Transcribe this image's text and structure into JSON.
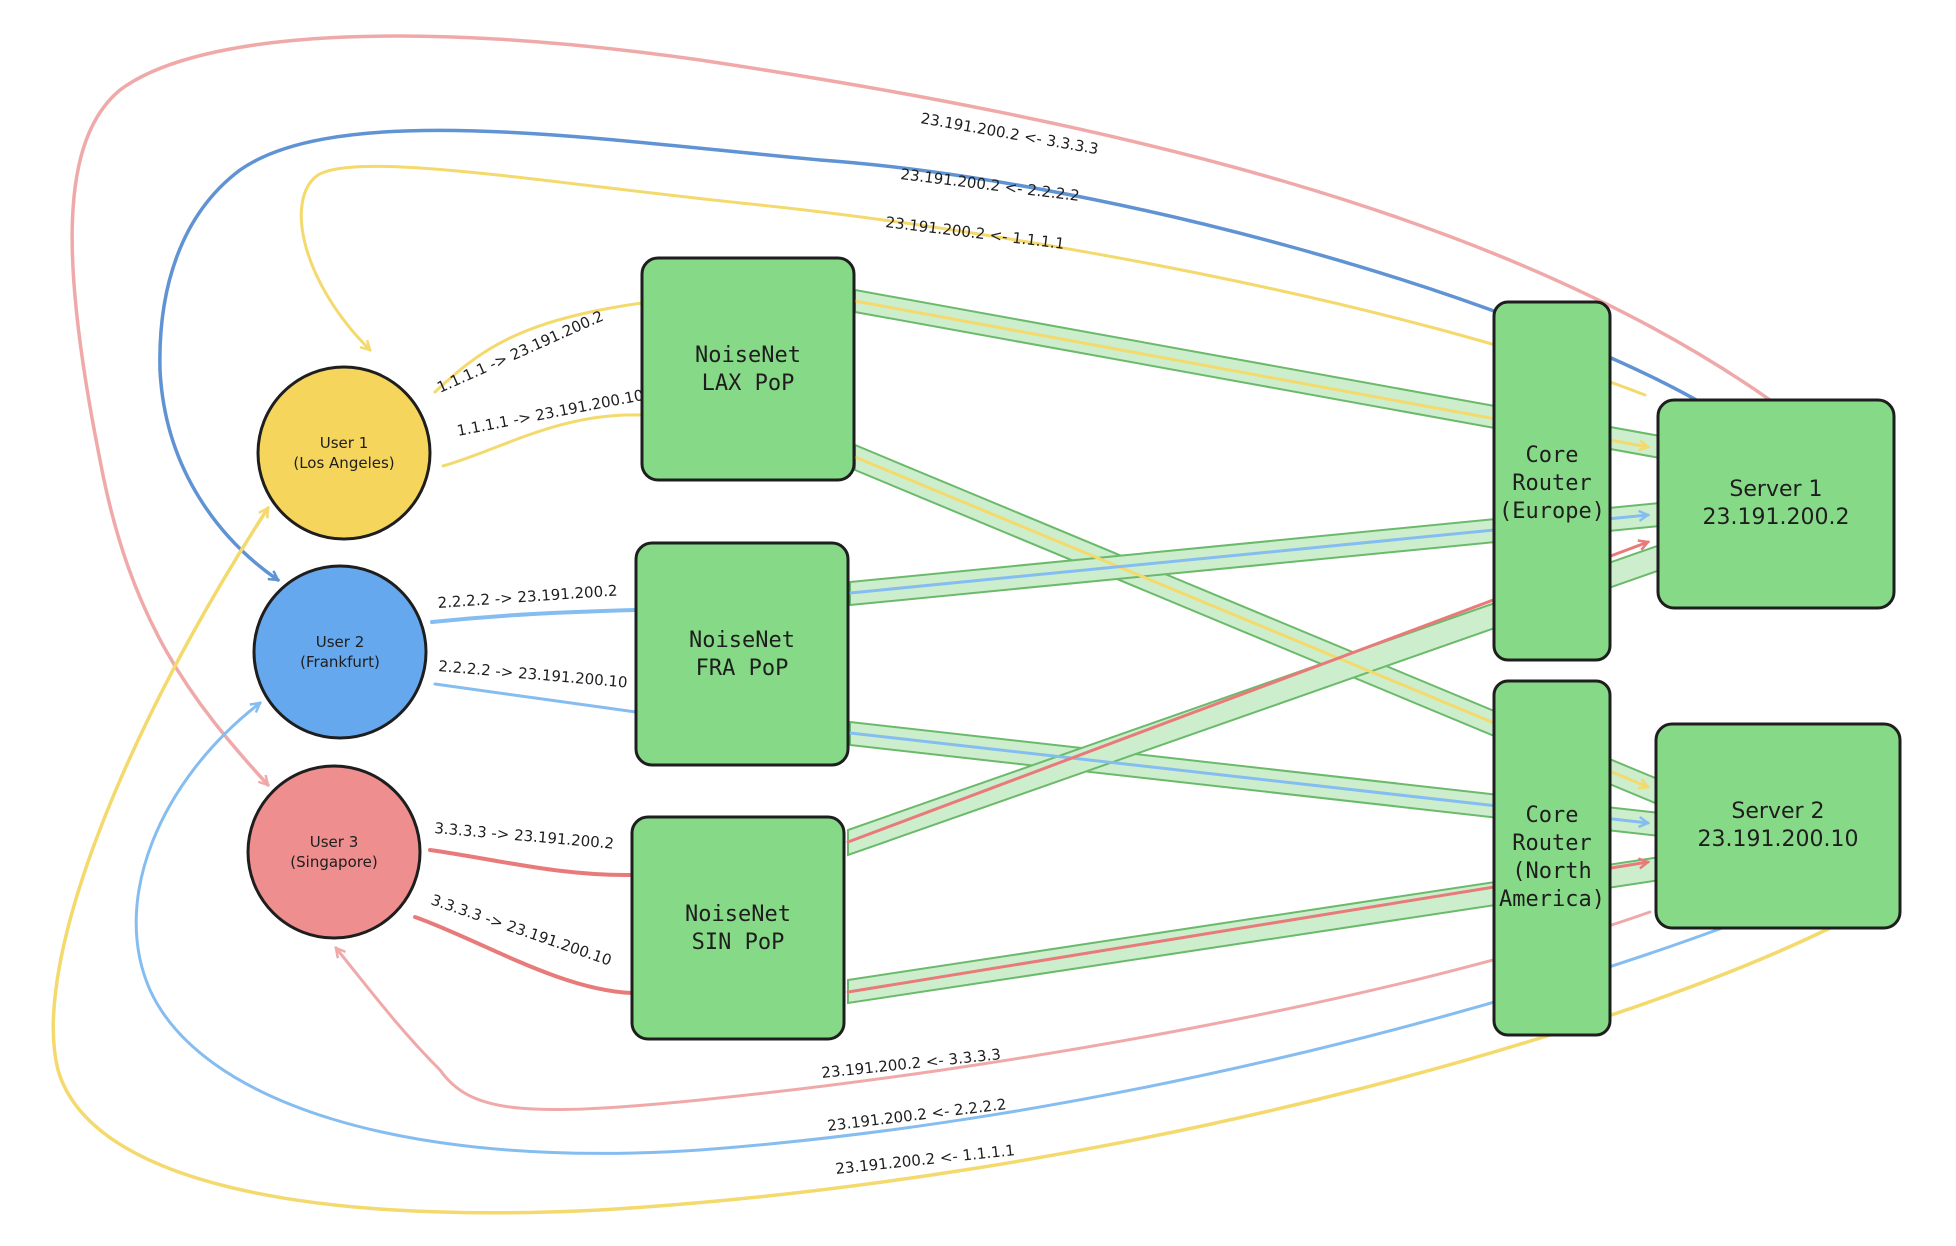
{
  "colors": {
    "node_green": "#86d986",
    "user1": "#f6d55c",
    "user2": "#66a8ee",
    "user3": "#ee8e8e",
    "link_yellow": "#f4d96d",
    "link_blue": "#86bdf0",
    "link_red": "#e97a7a",
    "link_blue_dark": "#5f93d3",
    "link_pink": "#f0a9a9",
    "trunk_fill": "#cdeecd",
    "trunk_edge": "#6bba6b"
  },
  "users": [
    {
      "line1": "User 1",
      "line2": "(Los Angeles)"
    },
    {
      "line1": "User 2",
      "line2": "(Frankfurt)"
    },
    {
      "line1": "User 3",
      "line2": "(Singapore)"
    }
  ],
  "pops": [
    {
      "line1": "NoiseNet",
      "line2": "LAX PoP"
    },
    {
      "line1": "NoiseNet",
      "line2": "FRA PoP"
    },
    {
      "line1": "NoiseNet",
      "line2": "SIN PoP"
    }
  ],
  "routers": [
    {
      "lines": [
        "Core",
        "Router",
        "(Europe)"
      ]
    },
    {
      "lines": [
        "Core",
        "Router",
        "(North",
        "America)"
      ]
    }
  ],
  "servers": [
    {
      "line1": "Server 1",
      "line2": "23.191.200.2"
    },
    {
      "line1": "Server 2",
      "line2": "23.191.200.10"
    }
  ],
  "user_pop_labels": [
    "1.1.1.1 -> 23.191.200.2",
    "1.1.1.1 -> 23.191.200.10",
    "2.2.2.2 -> 23.191.200.2",
    "2.2.2.2 -> 23.191.200.10",
    "3.3.3.3 -> 23.191.200.2",
    "3.3.3.3 -> 23.191.200.10"
  ],
  "return_labels_top": [
    "23.191.200.2 <- 3.3.3.3",
    "23.191.200.2 <- 2.2.2.2",
    "23.191.200.2 <- 1.1.1.1"
  ],
  "return_labels_bottom": [
    "23.191.200.2 <- 3.3.3.3",
    "23.191.200.2 <- 2.2.2.2",
    "23.191.200.2 <- 1.1.1.1"
  ]
}
